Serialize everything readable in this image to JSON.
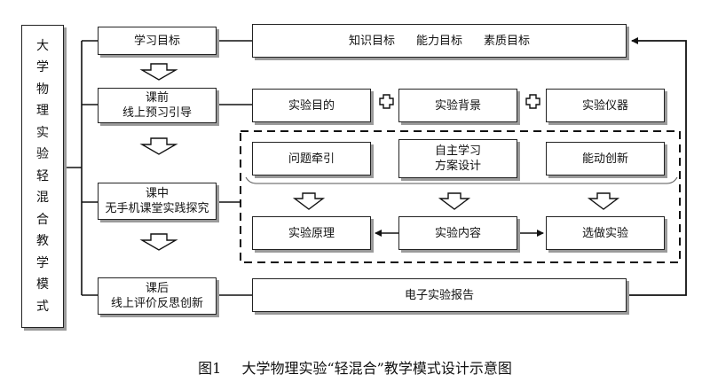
{
  "side_title": [
    "大",
    "学",
    "物",
    "理",
    "实",
    "验",
    "轻",
    "混",
    "合",
    "教",
    "学",
    "模",
    "式"
  ],
  "stages": {
    "goal": "学习目标",
    "pre": [
      "课前",
      "线上预习引导"
    ],
    "in": [
      "课中",
      "无手机课堂实践探究"
    ],
    "post": [
      "课后",
      "线上评价反思创新"
    ]
  },
  "goals": [
    "知识目标",
    "能力目标",
    "素质目标"
  ],
  "pre_items": [
    "实验目的",
    "实验背景",
    "实验仪器"
  ],
  "in_top": [
    "问题牵引",
    [
      "自主学习",
      "方案设计"
    ],
    "能动创新"
  ],
  "in_bottom": [
    "实验原理",
    "实验内容",
    "选做实验"
  ],
  "report": "电子实验报告",
  "caption": {
    "number": "图1",
    "title": "大学物理实验“轻混合”教学模式设计示意图"
  }
}
